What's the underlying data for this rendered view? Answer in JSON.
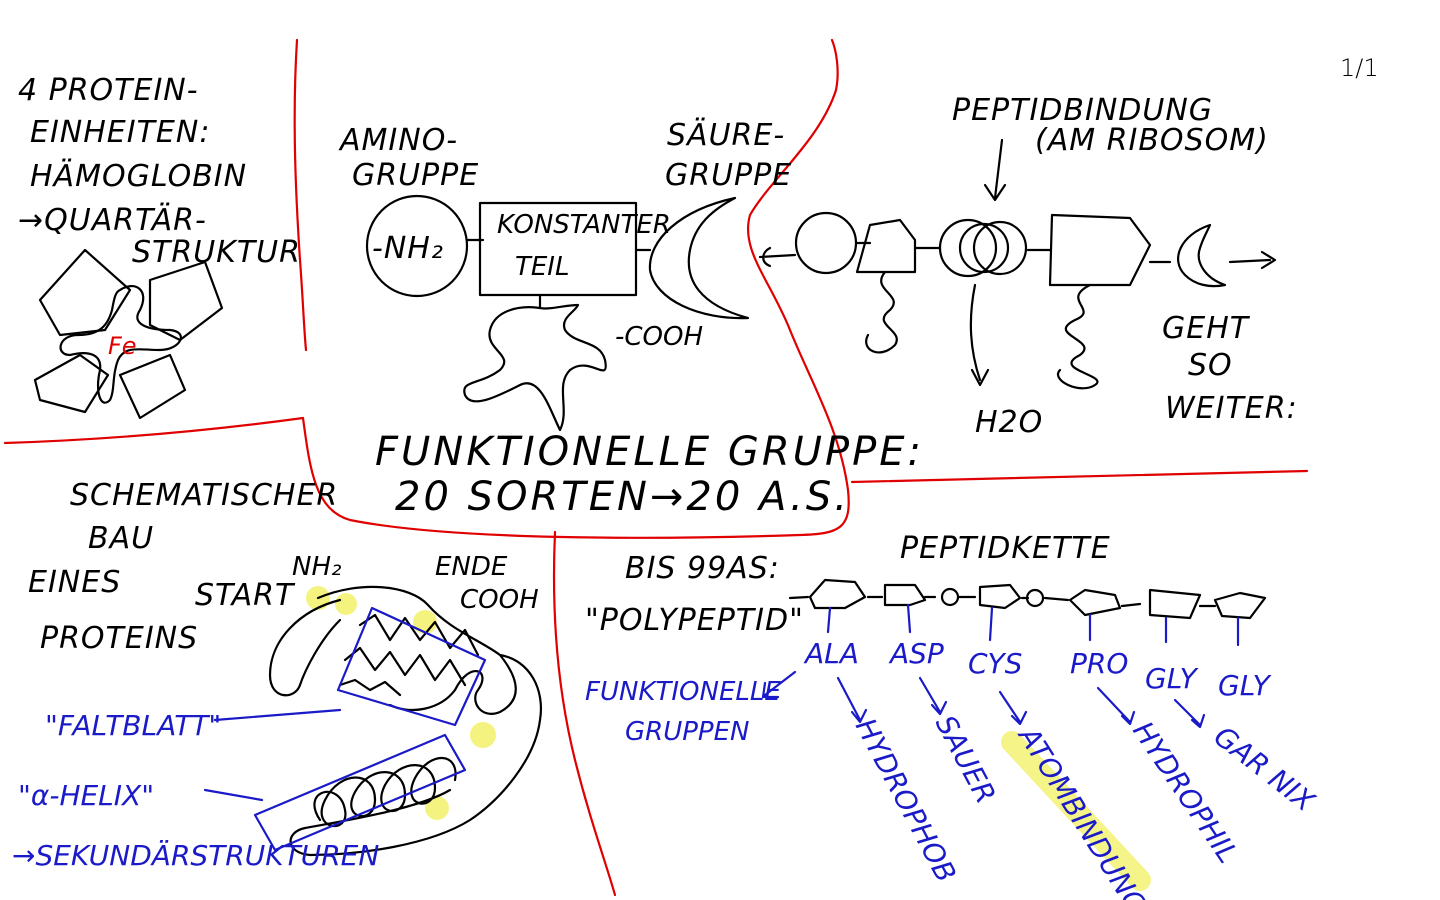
{
  "page_indicator": "1/1",
  "quartar": {
    "line1": "4 PROTEIN-",
    "line2": "EINHEITEN:",
    "line3": "HÄMOGLOBIN",
    "line4": "→QUARTÄR-",
    "line5": "STRUKTUR",
    "fe": "Fe"
  },
  "aminosaeure": {
    "amino_label_1": "AMINO-",
    "amino_label_2": "GRUPPE",
    "nh2": "-NH₂",
    "konst_1": "KONSTANTER",
    "konst_2": "TEIL",
    "saeure_1": "SÄURE-",
    "saeure_2": "GRUPPE",
    "cooh": "-COOH",
    "funktionelle": "FUNKTIONELLE GRUPPE:",
    "sorten": "20 SORTEN→20 A.S."
  },
  "peptidbindung": {
    "title_1": "PEPTIDBINDUNG",
    "title_2": "(AM RIBOSOM)",
    "h2o": "H2O",
    "geht_1": "GEHT",
    "geht_2": "SO",
    "geht_3": "WEITER:"
  },
  "schema": {
    "line1": "SCHEMATISCHER",
    "line2": "BAU",
    "line3": "EINES",
    "line4": "PROTEINS",
    "start": "START",
    "nh2": "NH₂",
    "ende": "ENDE",
    "cooh": "COOH",
    "faltblatt": "\"FALTBLATT\"",
    "helix": "\"α-HELIX\"",
    "sekundaer": "→SEKUNDÄRSTRUKTUREN"
  },
  "peptidkette": {
    "bis": "BIS 99AS:",
    "polypeptid": "\"POLYPEPTID\"",
    "title": "PEPTIDKETTE",
    "funktionelle_1": "FUNKTIONELLE",
    "funktionelle_2": "GRUPPEN",
    "residues": [
      "ALA",
      "ASP",
      "CYS",
      "PRO",
      "GLY",
      "GLY"
    ],
    "properties": [
      "HYDROPHOB",
      "SAUER",
      "ATOMBINDUNG!",
      "HYDROPHIL",
      "GAR NIX"
    ]
  },
  "colors": {
    "ink": "#000000",
    "blue": "#1a1ac8",
    "red": "#e00000",
    "highlight": "#f2f060"
  }
}
